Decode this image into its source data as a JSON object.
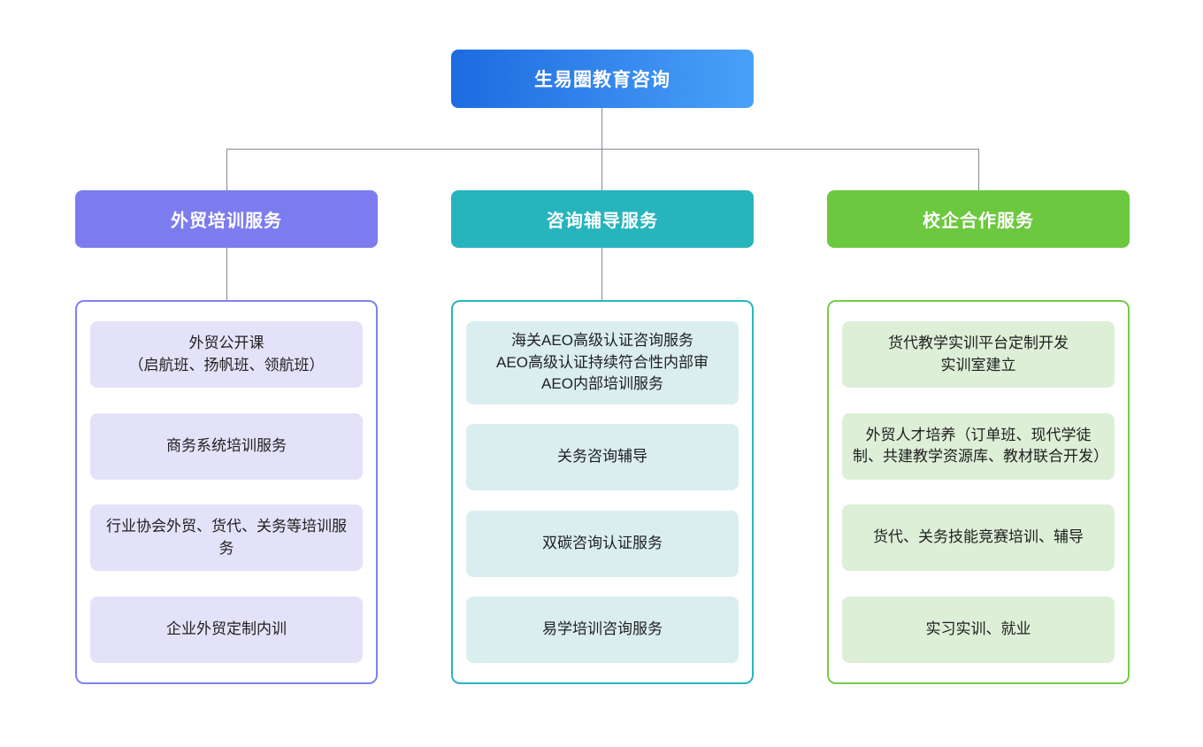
{
  "diagram": {
    "root": {
      "label": "生易圈教育咨询"
    },
    "branches": [
      {
        "label": "外贸培训服务",
        "items": [
          "外贸公开课\n（启航班、扬帆班、领航班）",
          "商务系统培训服务",
          "行业协会外贸、货代、关务等培训服务",
          "企业外贸定制内训"
        ]
      },
      {
        "label": "咨询辅导服务",
        "items": [
          "海关AEO高级认证咨询服务\nAEO高级认证持续符合性内部审\nAEO内部培训服务",
          "关务咨询辅导",
          "双碳咨询认证服务",
          "易学培训咨询服务"
        ]
      },
      {
        "label": "校企合作服务",
        "items": [
          "货代教学实训平台定制开发\n实训室建立",
          "外贸人才培养（订单班、现代学徒制、共建教学资源库、教材联合开发）",
          "货代、关务技能竞赛培训、辅导",
          "实习实训、就业"
        ]
      }
    ]
  },
  "colors": {
    "root-grad-start": "#1d6be0",
    "root-grad-end": "#4aa0f8",
    "branch1": "#7c7cef",
    "branch1-border": "#8181f3",
    "branch1-item-bg": "#e4e2f9",
    "branch2": "#27b4bd",
    "branch2-border": "#29b6bf",
    "branch2-item-bg": "#daeef0",
    "branch3": "#6cc83e",
    "branch3-border": "#74cb4a",
    "branch3-item-bg": "#ddefd7",
    "connector": "#848b94"
  }
}
